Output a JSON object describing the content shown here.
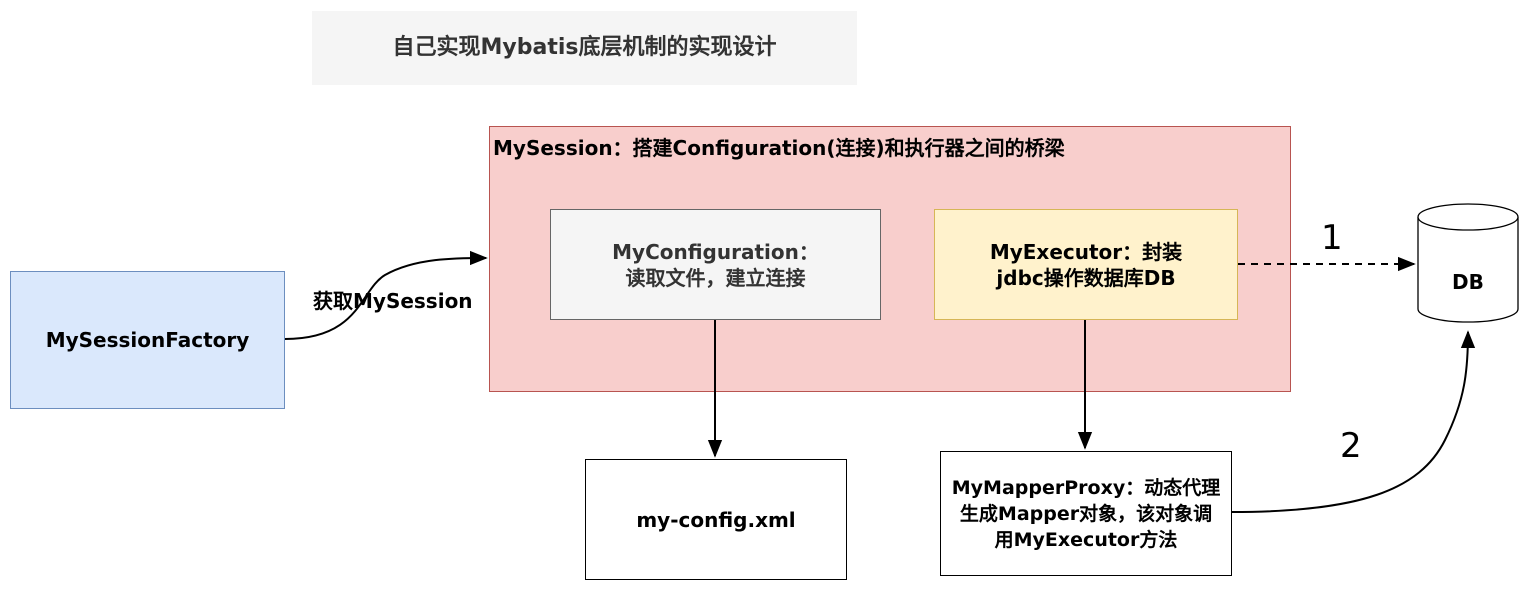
{
  "title": "自己实现Mybatis底层机制的实现设计",
  "session": {
    "label": "MySession：搭建Configuration(连接)和执行器之间的桥梁"
  },
  "configuration": {
    "line1": "MyConfiguration：",
    "line2": "读取文件，建立连接"
  },
  "executor": {
    "line1": "MyExecutor：封装",
    "line2": "jdbc操作数据库DB"
  },
  "factory": {
    "label": "MySessionFactory"
  },
  "factory_edge_label": "获取MySession",
  "config_file": {
    "label": "my-config.xml"
  },
  "proxy": {
    "line1": "MyMapperProxy：动态代理",
    "line2": "生成Mapper对象，该对象调",
    "line3": "用MyExecutor方法"
  },
  "db": {
    "label": "DB"
  },
  "edge_numbers": {
    "one": "1",
    "two": "2"
  },
  "colors": {
    "session_fill": "#f8cecc",
    "session_stroke": "#b85450",
    "config_fill": "#f5f5f5",
    "config_stroke": "#666666",
    "executor_fill": "#fff2cc",
    "executor_stroke": "#d6b656",
    "factory_fill": "#dae8fc",
    "factory_stroke": "#6c8ebf",
    "title_fill": "#f5f5f5"
  }
}
